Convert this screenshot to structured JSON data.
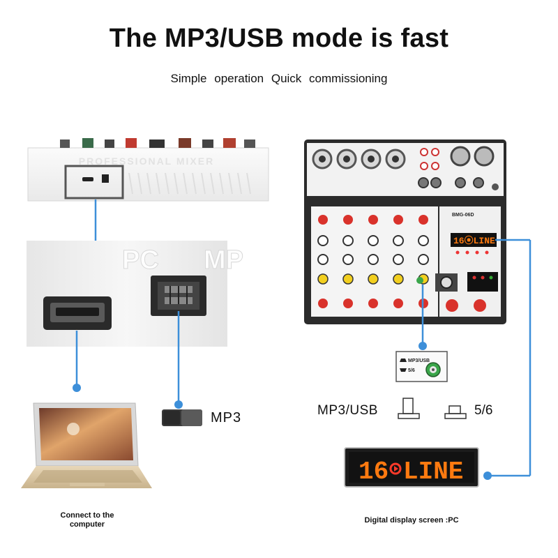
{
  "header": {
    "title": "The MP3/USB mode is fast",
    "subtitle": "Simple operation   Quick commissioning"
  },
  "left_panel": {
    "mixer_top_print": "PROFESSIONAL MIXER",
    "port_label_pc": "PC",
    "port_label_mp": "MP",
    "mode_switch_label": "MP3",
    "caption_line1": "Connect to the",
    "caption_line2": "computer"
  },
  "right_panel": {
    "model_label": "BMG-06D",
    "callout_jack_label_1": "MP3/USB",
    "callout_jack_label_2": "5/6",
    "mode_option_1": "MP3/USB",
    "mode_option_2": "5/6",
    "display_text": "16⦿LINE",
    "display_left": "16",
    "display_right": "LINE",
    "caption": "Digital display screen :PC"
  },
  "colors": {
    "connector_line": "#3d8fd9",
    "display_digits": "#ff7a10",
    "display_bg": "#1a1a1a",
    "knob_red": "#d9322b",
    "knob_yellow": "#f2cf1f",
    "knob_white": "#f4f4f4",
    "jack_green": "#3aa64a"
  }
}
